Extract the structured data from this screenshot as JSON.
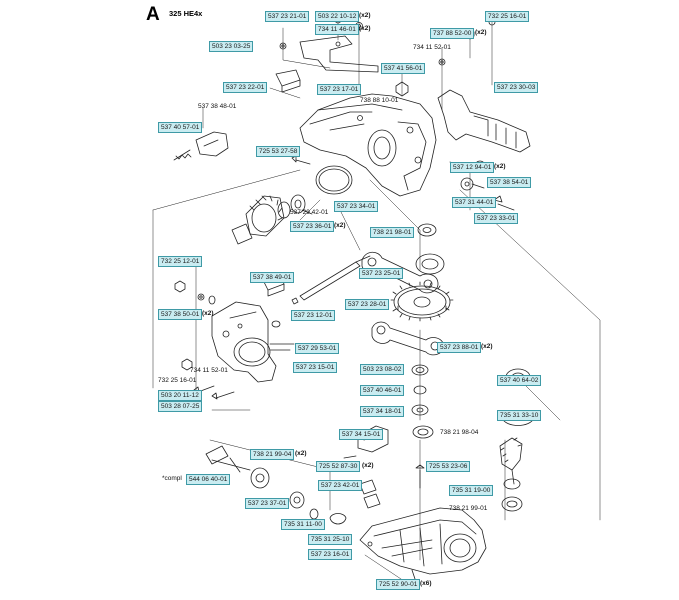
{
  "header": {
    "section_letter": "A",
    "model": "325 HE4x"
  },
  "part_labels": [
    "537 23 21-01",
    "503 22 10-12",
    "734 11 46-01",
    "503 23 03-25",
    "737 88 52-00",
    "732 25 16-01",
    "734 11 52-01",
    "537 23 22-01",
    "537 41 56-01",
    "537 23 17-01",
    "738 88 10-01",
    "537 23 30-03",
    "537 38 48-01",
    "537 40 57-01",
    "725 53 27-58",
    "537 12 94-01",
    "537 38 54-01",
    "537 23 34-01",
    "537 31 44-01",
    "537 23 33-01",
    "537 23 36-01",
    "738 21 98-01",
    "732 25 12-01",
    "537 38 49-01",
    "537 23 25-01",
    "537 38 50-01",
    "537 23 28-01",
    "537 23 12-01",
    "537 29 53-01",
    "537 23 88-01",
    "537 23 15-01",
    "503 23 08-02",
    "537 40 46-01",
    "537 40 64-02",
    "503 20 11-12",
    "503 28 07-25",
    "537 34 18-01",
    "735 31 33-10",
    "537 34 15-01",
    "738 21 99-04",
    "725 52 87-30",
    "725 53 23-06",
    "544 06 40-01",
    "537 23 42-01",
    "735 31 19-00",
    "537 23 37-01",
    "735 31 11-00",
    "735 31 25-10",
    "537 23 16-01",
    "725 52 90-01"
  ],
  "plain_labels": {
    "p_537_29_42": "537 29 42-01",
    "p_734_11_52_b": "734 11 52-01",
    "p_732_25_16_b": "732 25 16-01",
    "p_738_21_98_04": "738 21 98-04",
    "p_738_21_99_01": "738 21 99-01",
    "p_compl": "*compl"
  },
  "quantities": {
    "x2": "(x2)",
    "x6": "(x6)"
  }
}
